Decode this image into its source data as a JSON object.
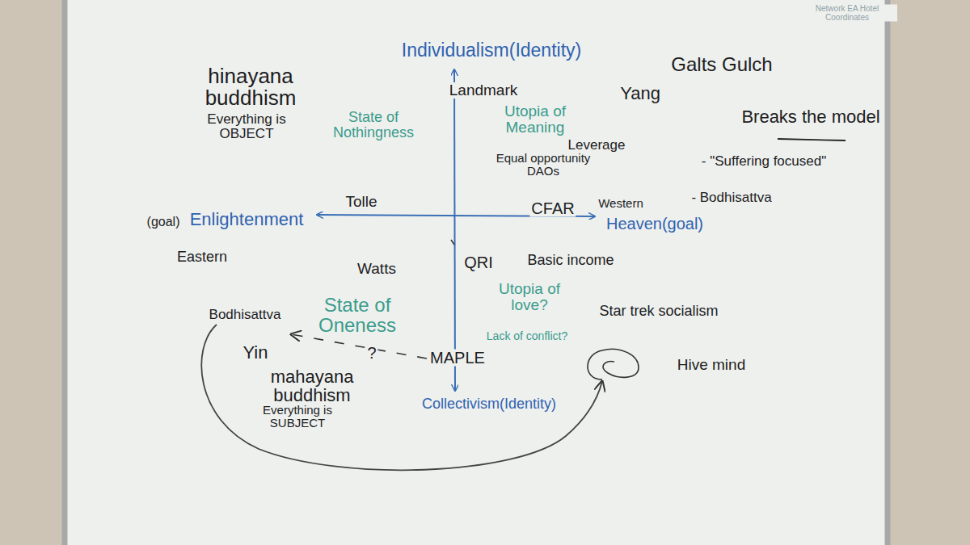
{
  "diagram": {
    "labels": [
      "Network EA Hotel Coordinates",
      "Individualism(Identity)",
      "hinayana buddhism",
      "Everything is OBJECT",
      "State of Nothingness",
      "Landmark",
      "Utopia of Meaning",
      "Yang",
      "Galts Gulch",
      "Breaks the model",
      "Leverage",
      "Equal opportunity DAOs",
      "- \"Suffering focused\"",
      "- Bodhisattva",
      "Tolle",
      "(goal)",
      "Enlightenment",
      "CFAR",
      "Western",
      "Heaven(goal)",
      "Eastern",
      "Watts",
      "QRI",
      "Basic income",
      "State of Oneness",
      "Utopia of love?",
      "Lack of conflict?",
      "Star trek socialism",
      "Bodhisattva",
      "Yin",
      "?",
      "MAPLE",
      "Hive mind",
      "mahayana buddhism",
      "Everything is SUBJECT",
      "Collectivism(Identity)"
    ]
  }
}
